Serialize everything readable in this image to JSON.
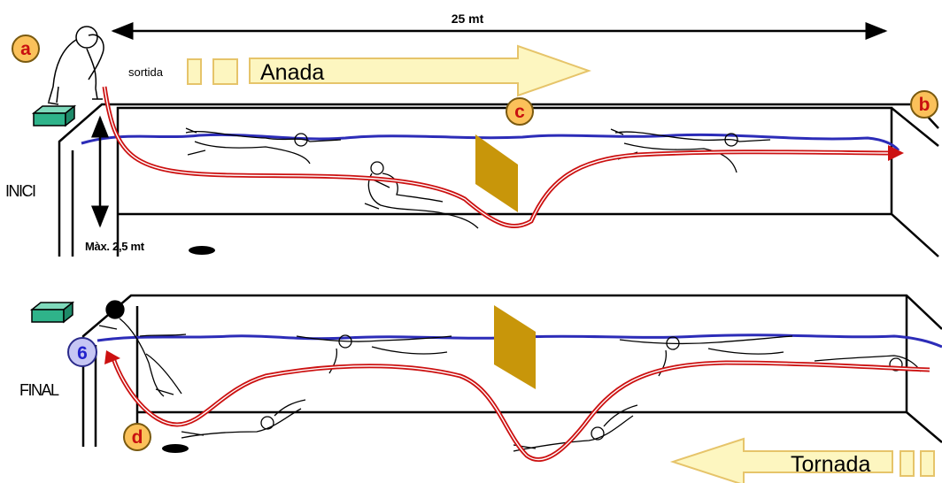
{
  "distance_label": "25 mt",
  "start_label": "sortida",
  "depth_label": "Màx. 2,5 mt",
  "outbound_label": "Anada",
  "return_label": "Tornada",
  "left_top_label": "INICI",
  "left_bottom_label": "FINAL",
  "badges": {
    "a": "a",
    "b": "b",
    "c": "c",
    "d": "d",
    "six": "6"
  },
  "colors": {
    "water": "#2c2cb8",
    "path": "#cc1111",
    "block": "#2fb38a",
    "panel": "#c8960a",
    "arrow_fill": "#fdf6c0",
    "arrow_stroke": "#e6c46a",
    "badge_fill": "#fbc15a",
    "badge_text": "#c81010",
    "badge6_fill": "#c6c6f4",
    "badge6_text": "#2222cc"
  }
}
